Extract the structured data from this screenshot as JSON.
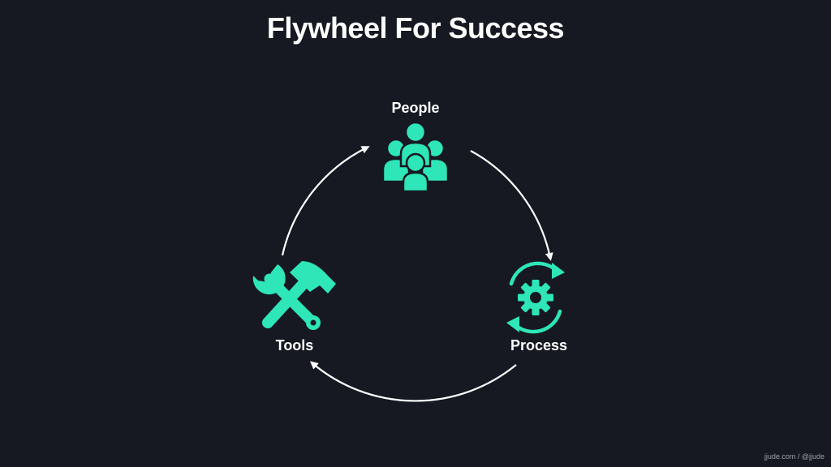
{
  "slide": {
    "title": "Flywheel For Success",
    "footer": "jjude.com / @jjude"
  },
  "nodes": [
    {
      "label": "People",
      "icon": "people-group-icon"
    },
    {
      "label": "Process",
      "icon": "gear-cycle-icon"
    },
    {
      "label": "Tools",
      "icon": "wrench-hammer-icon"
    }
  ],
  "colors": {
    "background": "#161922",
    "accent": "#2ee6b8",
    "text": "#ffffff",
    "arrow": "#ffffff"
  }
}
